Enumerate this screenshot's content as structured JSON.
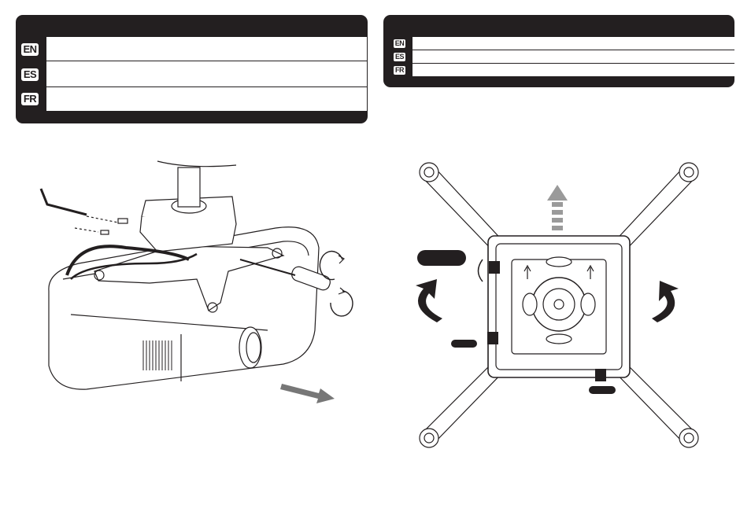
{
  "page": {
    "background": "#ffffff",
    "ink": "#231f20",
    "arrow_gray": "#9a9a9a"
  },
  "left_panel": {
    "languages": [
      {
        "code": "EN",
        "text": ""
      },
      {
        "code": "ES",
        "text": ""
      },
      {
        "code": "FR",
        "text": ""
      }
    ]
  },
  "right_panel": {
    "languages": [
      {
        "code": "EN",
        "text": ""
      },
      {
        "code": "ES",
        "text": ""
      },
      {
        "code": "FR",
        "text": ""
      }
    ]
  },
  "icons": {
    "hex-key": "hex-key-icon",
    "screw": "screw-icon",
    "rotate-clockwise": "rotate-arrow-icon",
    "push-direction": "push-arrow-icon",
    "forward-arrow": "up-arrow-icon"
  }
}
